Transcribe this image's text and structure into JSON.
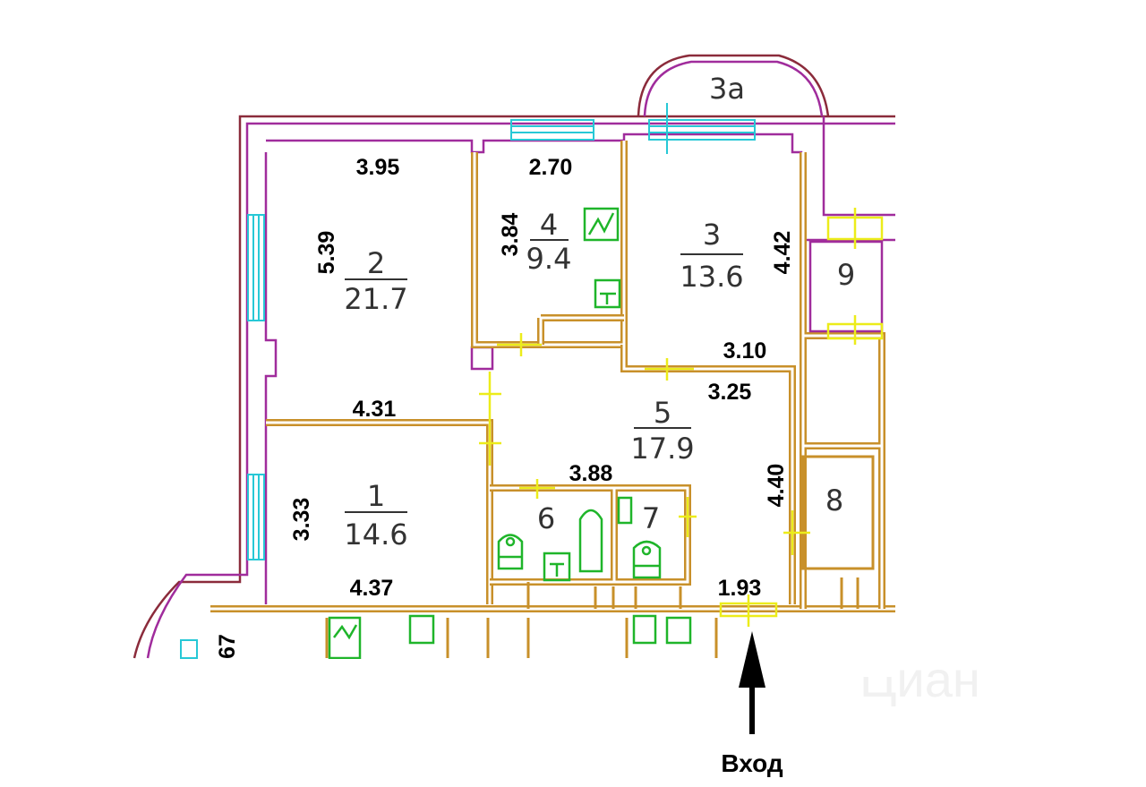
{
  "plan": {
    "rooms": [
      {
        "number": "1",
        "area": "14.6"
      },
      {
        "number": "2",
        "area": "21.7"
      },
      {
        "number": "3",
        "area": "13.6"
      },
      {
        "number": "4",
        "area": "9.4"
      },
      {
        "number": "5",
        "area": "17.9"
      },
      {
        "number": "6"
      },
      {
        "number": "7"
      },
      {
        "number": "8"
      },
      {
        "number": "9"
      },
      {
        "number": "3а"
      }
    ],
    "dimensions": {
      "room2_top": "3.95",
      "room2_side": "5.39",
      "room2_bottom": "4.31",
      "room4_top": "2.70",
      "room4_side": "3.84",
      "room3_side": "4.42",
      "room3_bottom": "3.10",
      "corridor_top": "3.25",
      "corridor_side": "4.40",
      "bath_top": "3.88",
      "room1_side": "3.33",
      "room1_bottom": "4.37",
      "entry_width": "1.93",
      "partial_left": "67"
    },
    "entrance_label": "Вход",
    "watermark": "Циан"
  },
  "colors": {
    "inner_wall": "#c8902a",
    "outer_wall": "#8b2b3b",
    "facade": "#a02c9c",
    "window": "#27c8d6",
    "door": "#ecec1a",
    "fixture": "#1fb52a"
  }
}
